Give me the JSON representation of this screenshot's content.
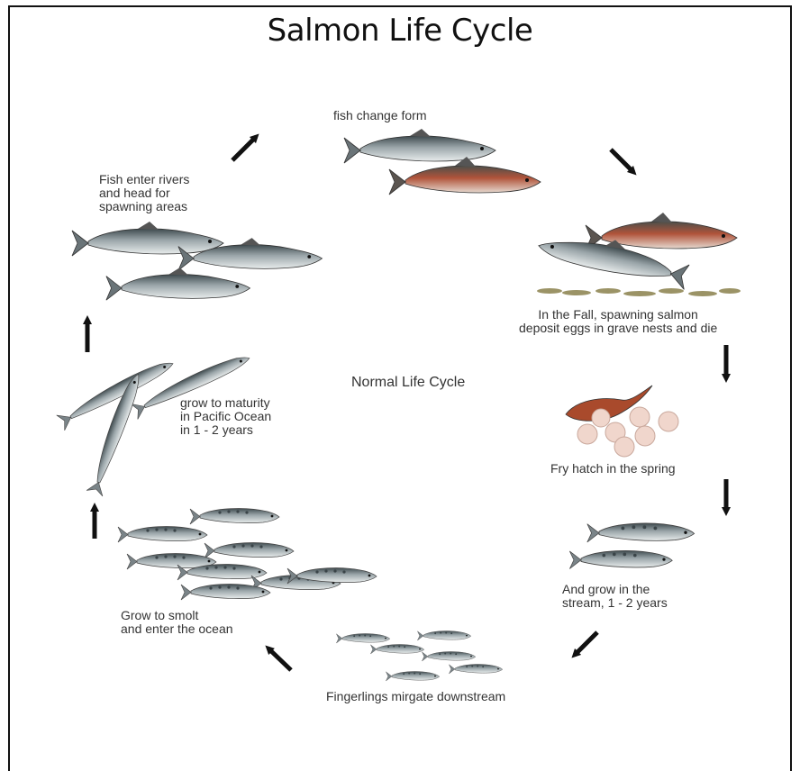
{
  "title": "Salmon Life Cycle",
  "center_label": "Normal Life Cycle",
  "stages": [
    {
      "id": "change-form",
      "label": "fish change form"
    },
    {
      "id": "spawn",
      "label": "In the Fall, spawning salmon\ndeposit eggs in grave nests and die"
    },
    {
      "id": "hatch",
      "label": "Fry hatch in the spring"
    },
    {
      "id": "grow-stream",
      "label": "And grow in the\nstream, 1 - 2 years"
    },
    {
      "id": "fingerlings",
      "label": "Fingerlings mirgate downstream"
    },
    {
      "id": "smolt",
      "label": "Grow to smolt\nand enter the ocean"
    },
    {
      "id": "ocean",
      "label": "grow to maturity\nin Pacific Ocean\nin 1 - 2 years"
    },
    {
      "id": "rivers",
      "label": "Fish enter rivers\nand head for\nspawning areas"
    }
  ],
  "colors": {
    "salmon_body": "#b8c0c4",
    "salmon_back": "#4e5a5e",
    "spawning_red": "#b0533a",
    "egg": "#f0d6cc",
    "arrow": "#111111"
  }
}
